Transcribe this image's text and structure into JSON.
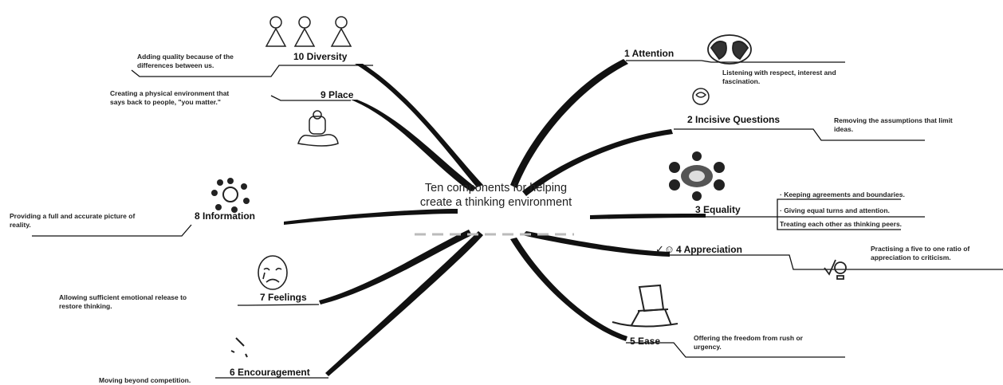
{
  "center": {
    "title_line1": "Ten components for helping",
    "title_line2": "create a thinking environment"
  },
  "branches": [
    {
      "id": "attention",
      "label": "1 Attention",
      "desc_lines": [
        "Listening with respect, interest and",
        "fascination."
      ],
      "icon": "heads-listening-icon"
    },
    {
      "id": "incisive",
      "label": "2 Incisive Questions",
      "desc_lines": [
        "Removing the assumptions that limit",
        "ideas."
      ],
      "icon": "brain-question-icon"
    },
    {
      "id": "equality",
      "label": "3 Equality",
      "desc_lines": [
        "· Keeping agreements and boundaries.",
        "· Giving equal turns and attention.",
        "Treating each other as thinking peers."
      ],
      "icon": "round-table-icon"
    },
    {
      "id": "appreciation",
      "label": "4 Appreciation",
      "desc_lines": [
        "Practising a five to one ratio of",
        "appreciation to criticism."
      ],
      "icon": "checkmark-smile-icon"
    },
    {
      "id": "ease",
      "label": "5 Ease",
      "desc_lines": [
        "Offering the freedom from rush or",
        "urgency."
      ],
      "icon": "rocking-chair-icon"
    },
    {
      "id": "encouragement",
      "label": "6 Encouragement",
      "desc_lines": [
        "Moving beyond competition."
      ],
      "icon": "sparkle-icon"
    },
    {
      "id": "feelings",
      "label": "7 Feelings",
      "desc_lines": [
        "Allowing sufficient emotional release to",
        "restore thinking."
      ],
      "icon": "crying-face-icon"
    },
    {
      "id": "information",
      "label": "8 Information",
      "desc_lines": [
        "Providing a full and accurate picture of",
        "reality."
      ],
      "icon": "people-circle-icon"
    },
    {
      "id": "place",
      "label": "9 Place",
      "desc_lines": [
        "Creating a physical environment that",
        "says back to people, \"you matter.\""
      ],
      "icon": "armchair-icon"
    },
    {
      "id": "diversity",
      "label": "10 Diversity",
      "desc_lines": [
        "Adding quality because of the",
        "differences between us."
      ],
      "icon": "diverse-people-icon"
    }
  ]
}
